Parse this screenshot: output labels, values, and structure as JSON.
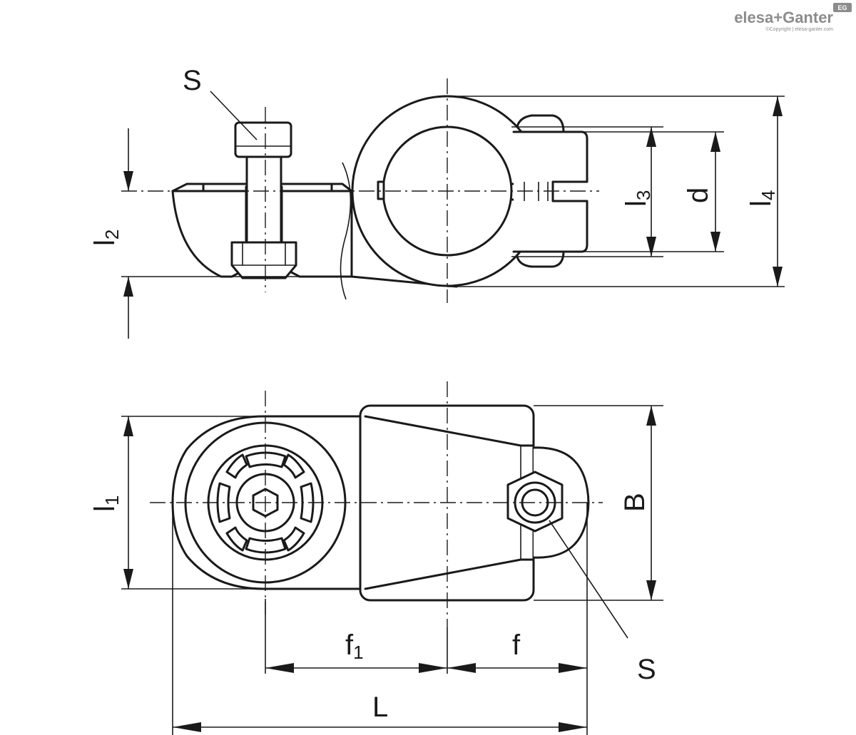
{
  "logo": {
    "brand": "elesa+Ganter",
    "badge": "EG",
    "copyright": "©Copyright | elesa-ganter.com"
  },
  "labels": {
    "s_top": "S",
    "s_bottom": "S",
    "l1_main": "l",
    "l1_sub": "1",
    "l2_main": "l",
    "l2_sub": "2",
    "l3_main": "l",
    "l3_sub": "3",
    "l4_main": "l",
    "l4_sub": "4",
    "d": "d",
    "B": "B",
    "f": "f",
    "f1_main": "f",
    "f1_sub": "1",
    "L": "L"
  },
  "colors": {
    "line": "#1a1a1a",
    "logo": "#8c8c8c"
  }
}
